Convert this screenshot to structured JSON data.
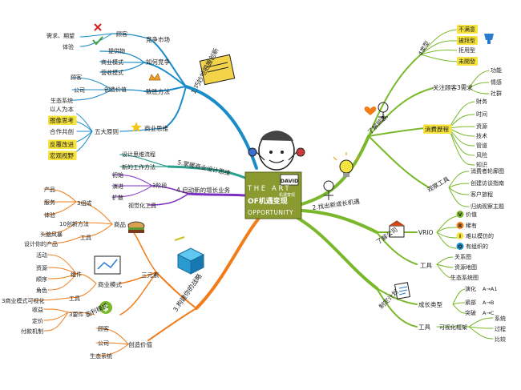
{
  "center": {
    "line1": "THE ART",
    "line2": "OF机遇变现",
    "line3": "OPPORTUNITY",
    "badge": "DAVID",
    "small": "机遇变现"
  },
  "branches": {
    "b1": {
      "title": "1.巧妙地把握创新",
      "groups": {
        "market": {
          "label": "竞争市场",
          "items": [
            "顾客",
            "需求、期望",
            "体验"
          ]
        },
        "compete": {
          "label": "如何竞争",
          "items": [
            "提供物",
            "商业模式",
            "营收模式"
          ]
        },
        "method": {
          "label": "致胜方法",
          "sub": "创造价值",
          "items": [
            "顾客",
            "公司",
            "生态系统"
          ]
        },
        "thinking": {
          "label": "商业思维",
          "sub": "五大原则",
          "items": [
            "以人为本",
            "图像思考",
            "合作共创",
            "反覆改进",
            "宏观视野"
          ]
        }
      }
    },
    "b5": {
      "title": "5.掌握商业设计思维",
      "items": [
        "设计思维流程",
        "新的工作方法"
      ]
    },
    "b4": {
      "title": "4.启动新的增长业务",
      "sub": "3阶段",
      "items": [
        "初始",
        "演进",
        "扩散",
        "视觉化工具"
      ]
    },
    "b3": {
      "title": "3.构建你的战略",
      "threeEl": "三元素",
      "product": {
        "label": "商品",
        "g1": "3组成",
        "g1items": [
          "产品",
          "服务",
          "体验"
        ],
        "g2": "10创新方法",
        "g2items": [
          "头脑风暴"
        ],
        "tool": "工具",
        "toolitems": [
          "设计你的产品"
        ]
      },
      "bm": {
        "label": "商业模式",
        "comp": "组件",
        "compitems": [
          "活动",
          "资源",
          "顺序",
          "角色"
        ],
        "tool": "工具",
        "toolitems": [
          "3商业模式可视化"
        ]
      },
      "profit": {
        "label": "盈利模式",
        "g": "3要件",
        "items": [
          "收益",
          "定价",
          "付款机制"
        ]
      },
      "value": {
        "label": "创造价值",
        "items": [
          "顾客",
          "公司",
          "生态系统"
        ]
      }
    },
    "b2": {
      "title": "2.找出新成长机遇",
      "customer": {
        "label": "了解顾客",
        "types": {
          "label": "4类型",
          "items": [
            "不满意",
            "被拜型",
            "拒用型",
            "未開發"
          ]
        },
        "needs": {
          "label": "关注顾客3需求",
          "items": [
            "功能",
            "情感",
            "社群"
          ]
        },
        "journey": {
          "label": "消費歷程",
          "items": [
            "財务",
            "时间",
            "资源",
            "技术",
            "管道",
            "风险",
            "知识"
          ]
        },
        "tools": {
          "label": "观察工具",
          "items": [
            "消费者轮廓图",
            "创建访谈指南",
            "客户旅程",
            "归纳观察主题"
          ]
        }
      },
      "company": {
        "label": "了解公司",
        "vrio": {
          "label": "VRIO",
          "items": [
            "价值",
            "稀有",
            "难以模仿的",
            "有组织的"
          ],
          "letters": [
            "V",
            "R",
            "I",
            "O"
          ]
        },
        "tools": {
          "label": "工具",
          "items": [
            "关系图",
            "资源地图",
            "生态系统图"
          ]
        }
      },
      "plan": {
        "label": "制定计划",
        "growth": {
          "label": "成长类型",
          "items": [
            "演化",
            "紧部",
            "突破"
          ],
          "arrows": [
            "A→A1",
            "A→B",
            "A→C"
          ]
        },
        "tool": {
          "label": "工具",
          "sub": "可视化框架",
          "items": [
            "系统",
            "过程",
            "比较"
          ]
        }
      }
    }
  },
  "icons": [
    "x-icon",
    "check-icon",
    "crown-icon",
    "star-icon",
    "lightbulb-icon",
    "heart-icon",
    "chart-icon",
    "dollar-icon",
    "cube-icon",
    "scroll-icon",
    "burger-icon",
    "figure-icon"
  ],
  "colors": {
    "blue": "#1a8cc8",
    "green": "#7ab82b",
    "orange": "#f07d1a",
    "purple": "#7d2fc0",
    "teal": "#2aa08f",
    "yellow": "#f6e33c",
    "centerBg": "#8a9a30"
  }
}
